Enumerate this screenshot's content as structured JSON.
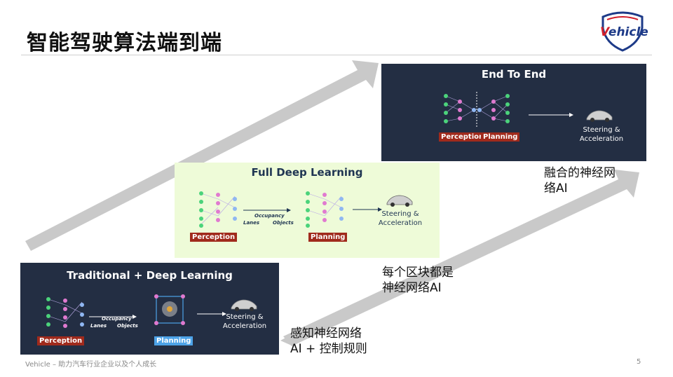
{
  "slide": {
    "title": "智能驾驶算法端到端",
    "footer": "Vehicle – 助力汽车行业企业以及个人成长",
    "page_number": "5"
  },
  "logo": {
    "prefix": "V",
    "rest": "ehicle"
  },
  "panels": {
    "end_to_end": {
      "title": "End To End",
      "tag_perception": "Perception",
      "tag_planning": "Planning",
      "output": "Steering &\nAcceleration"
    },
    "full_deep": {
      "title": "Full Deep Learning",
      "tag_perception": "Perception",
      "tag_planning": "Planning",
      "label_occupancy": "Occupancy",
      "label_lanes": "Lanes",
      "label_objects": "Objects",
      "output": "Steering &\nAcceleration"
    },
    "traditional": {
      "title": "Traditional + Deep Learning",
      "tag_perception": "Perception",
      "tag_planning": "Planning",
      "label_occupancy": "Occupancy",
      "label_lanes": "Lanes",
      "label_objects": "Objects",
      "output": "Steering &\nAcceleration"
    }
  },
  "captions": {
    "end_to_end": "融合的神经网\n络AI",
    "full_deep": "每个区块都是\n神经网络AI",
    "traditional": "感知神经网络\nAI + 控制规则"
  },
  "colors": {
    "dark_panel": "#232e43",
    "light_panel": "#eefbd8",
    "tag_red": "#a02a1c",
    "tag_blue": "#4da3e8",
    "arrow": "#c9c9c9"
  }
}
